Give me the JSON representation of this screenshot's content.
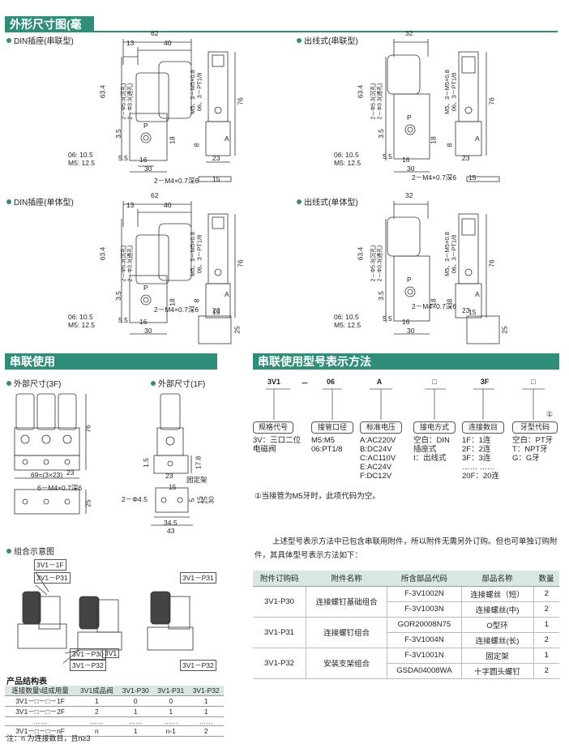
{
  "sections": {
    "dimensions": "外形尺寸图(毫米)",
    "series_use": "串联使用",
    "model_code": "串联使用型号表示方法"
  },
  "colors": {
    "accent": "#2f8e79",
    "table_header": "#d9e7e2"
  },
  "drawings": {
    "din_series": "DIN插座(串联型)",
    "lead_series": "出线式(串联型)",
    "din_single": "DIN插座(单体型)",
    "lead_single": "出线式(单体型)",
    "ext_3f": "外部尺寸(3F)",
    "ext_1f": "外部尺寸(1F)",
    "combo": "组合示意图"
  },
  "dims": {
    "w62": "62",
    "w40": "40",
    "w13": "13",
    "w32": "32",
    "h63_4": "63.4",
    "h76": "76",
    "w30": "30",
    "w23": "23",
    "w16": "16",
    "w5_5": "5.5",
    "w3_5": "3.5",
    "h8": "8",
    "h18": "18",
    "port06": "06: 10.5",
    "portm5": "M5: 12.5",
    "hole_a": "2－Φ5.3(沉孔)",
    "hole_b": "2－Φ3.3(通孔)",
    "m5": "M5、3－M5×0.8",
    "pt": "06、3－PT1/8",
    "m4": "2－M4×0.7深6",
    "w15": "15",
    "h25": "25",
    "p": "P",
    "a": "A",
    "w69": "69=(3×23)",
    "m4_6": "6－M4×0.7深6",
    "w1_5": "1.5",
    "bracket": "固定架",
    "phi": "2－Φ4.5",
    "w34_5": "34.5",
    "w43": "43",
    "h5": "5",
    "h15": "15",
    "h30": "30",
    "h17_8": "17.8"
  },
  "combo_labels": {
    "p1f": "3V1－1F",
    "p31": "3V1－P31",
    "p31b": "3V1－P31",
    "p30": "3V1－P30",
    "v1": "3V1",
    "p32": "3V1－P32",
    "p32b": "3V1－P32"
  },
  "model": {
    "codes": [
      "3V1",
      "－",
      "06",
      "A",
      "□",
      "3F",
      "□"
    ],
    "circle_note": "①",
    "boxes": [
      "规格代号",
      "接管口径",
      "标准电压",
      "接电方式",
      "连接数目",
      "牙型代码"
    ],
    "desc": {
      "spec": [
        "3V：三口二位",
        "电磁阀"
      ],
      "port": [
        "M5:M5",
        "06:PT1/8"
      ],
      "voltage": [
        "A:AC220V",
        "B:DC24V",
        "C:AC110V",
        "E:AC24V",
        "F:DC12V"
      ],
      "wiring": [
        "空白：DIN",
        "插座式",
        "I：出线式"
      ],
      "count": [
        "1F：1连",
        "2F：2连",
        "3F：3连",
        "…… ……",
        "20F：20连"
      ],
      "thread": [
        "空白：PT牙",
        "T：NPT牙",
        "G：G牙"
      ]
    },
    "note": "①当接管为M5牙时，此项代码为空。"
  },
  "paragraph": "上述型号表示方法中已包含串联用附件，所以附件无需另外订购。但也可单独订购附件，其具体型号表示方法如下：",
  "accessory_table": {
    "headers": [
      "附件订购码",
      "附件名称",
      "所含部品代码",
      "部品名称",
      "数量"
    ],
    "groups": [
      {
        "code": "3V1-P30",
        "name": "连接螺钉基础组合",
        "rows": [
          [
            "F-3V1002N",
            "连接螺丝（短）",
            "2"
          ],
          [
            "F-3V1003N",
            "连接螺丝(中)",
            "2"
          ]
        ]
      },
      {
        "code": "3V1-P31",
        "name": "连接螺钉组合",
        "rows": [
          [
            "GOR20008N75",
            "O型环",
            "1"
          ],
          [
            "F-3V1004N",
            "连接螺丝(长)",
            "2"
          ]
        ]
      },
      {
        "code": "3V1-P32",
        "name": "安装支架组合",
        "rows": [
          [
            "F-3V1001N",
            "固定架",
            "1"
          ],
          [
            "GSDA04008WA",
            "十字圆头螺钉",
            "2"
          ]
        ]
      }
    ]
  },
  "product_structure": {
    "title": "产品结构表",
    "headers": [
      "连接数量\\组成用量",
      "3V1成品阀",
      "3V1-P30",
      "3V1-P31",
      "3V1-P32"
    ],
    "rows": [
      [
        "3V1－□－□－1F",
        "1",
        "0",
        "0",
        "1"
      ],
      [
        "3V1－□－□－2F",
        "2",
        "1",
        "1",
        "1"
      ],
      [
        "……",
        "……",
        "……",
        "……",
        "……"
      ],
      [
        "3V1－□－□－nF",
        "n",
        "1",
        "n-1",
        "2"
      ]
    ],
    "note": "注：n 为连接数目，且n≥3"
  }
}
